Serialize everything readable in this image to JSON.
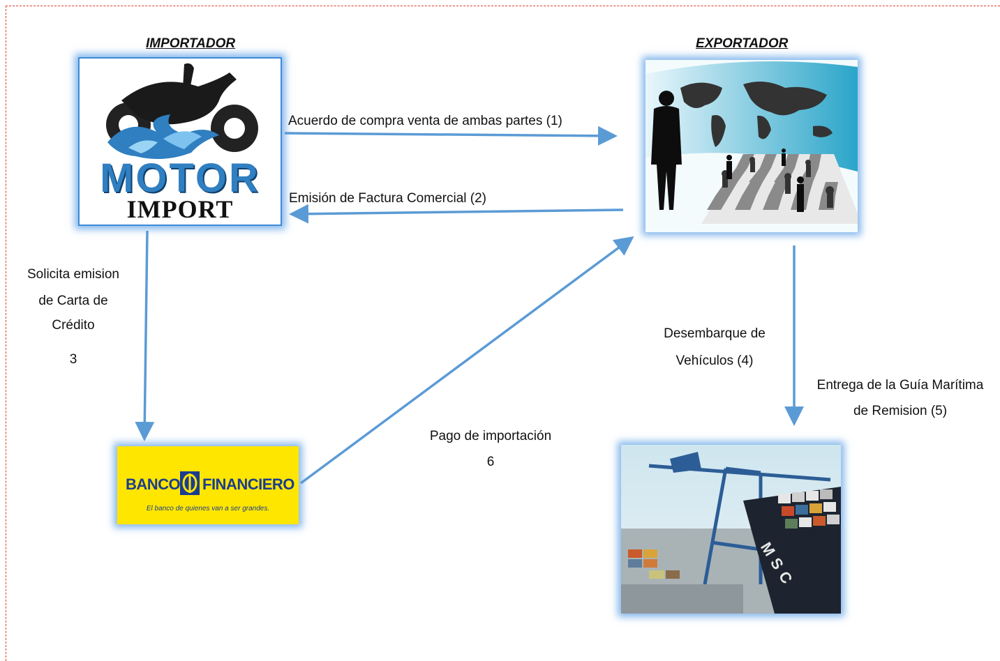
{
  "importer": {
    "heading": "IMPORTADOR",
    "logo_line1": "MOTOR",
    "logo_line2": "IMPORT"
  },
  "exporter": {
    "heading": "EXPORTADOR"
  },
  "bank": {
    "name_left": "BANCO",
    "name_right": "FINANCIERO",
    "tagline": "El banco de quienes van a ser grandes."
  },
  "port": {
    "ship_text": "MSC"
  },
  "flows": {
    "step1": "Acuerdo de compra venta de ambas partes (1)",
    "step2": "Emisión de Factura Comercial (2)",
    "step3_line1": "Solicita emision",
    "step3_line2": "de Carta de",
    "step3_line3": "Crédito",
    "step3_num": "3",
    "step4_line1": "Desembarque de",
    "step4_line2": "Vehículos (4)",
    "step5_line1": "Entrega de  la Guía Marítima",
    "step5_line2": "de Remision (5)",
    "step6_line1": "Pago de importación",
    "step6_num": "6"
  },
  "colors": {
    "arrow": "#5b9bd5",
    "frame": "#e03a2a",
    "bank_yellow": "#ffe600",
    "bank_blue": "#1b3d8f",
    "logo_blue": "#2f7fc1"
  }
}
